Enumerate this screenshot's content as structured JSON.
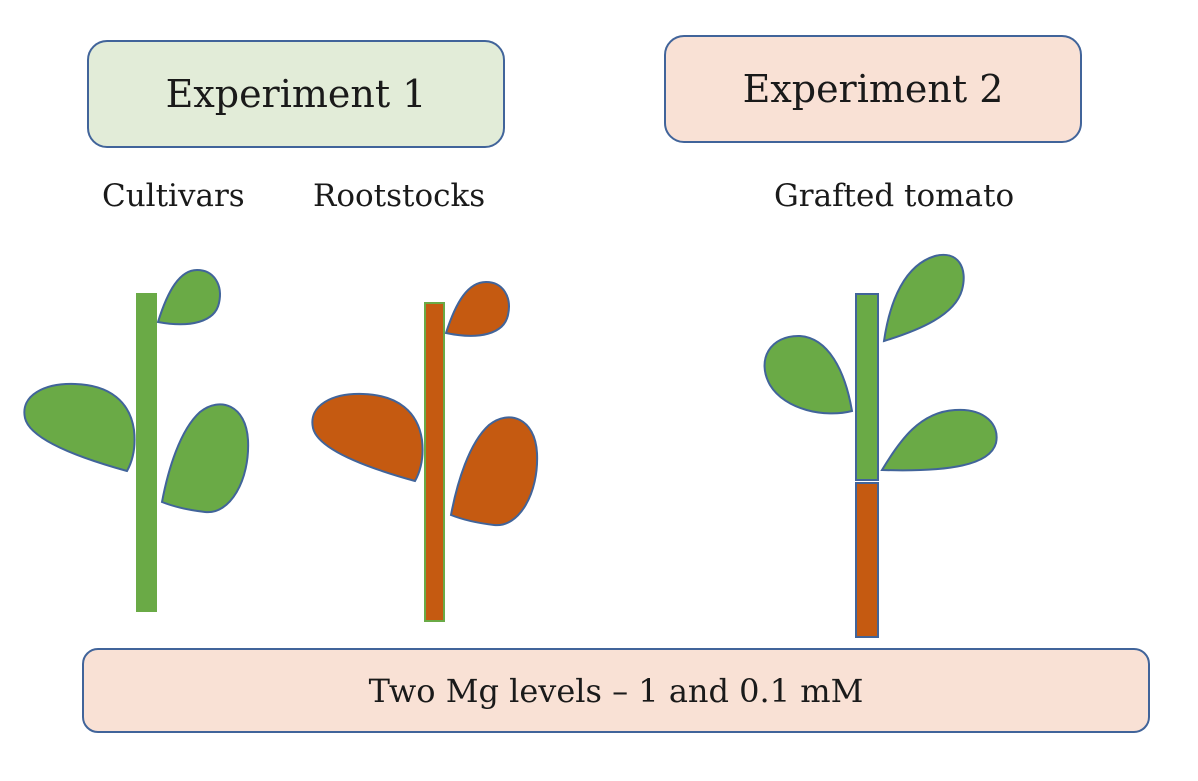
{
  "experiment1": {
    "title": "Experiment 1"
  },
  "experiment2": {
    "title": "Experiment 2"
  },
  "labels": {
    "cultivars": "Cultivars",
    "rootstocks": "Rootstocks",
    "grafted": "Grafted tomato"
  },
  "footer": {
    "text": "Two Mg levels – 1 and 0.1 mM"
  },
  "colors": {
    "green": "#6aaa46",
    "orange": "#c55a11",
    "outline": "#41649a",
    "exp1_bg": "#e2ecd8",
    "exp2_bg": "#f9e1d5"
  },
  "plants": [
    {
      "name": "cultivar",
      "leaf_color": "green",
      "stem_color": "green"
    },
    {
      "name": "rootstock",
      "leaf_color": "orange",
      "stem_color": "orange"
    },
    {
      "name": "grafted",
      "leaf_color": "green",
      "stem_upper": "green",
      "stem_lower": "orange"
    }
  ]
}
